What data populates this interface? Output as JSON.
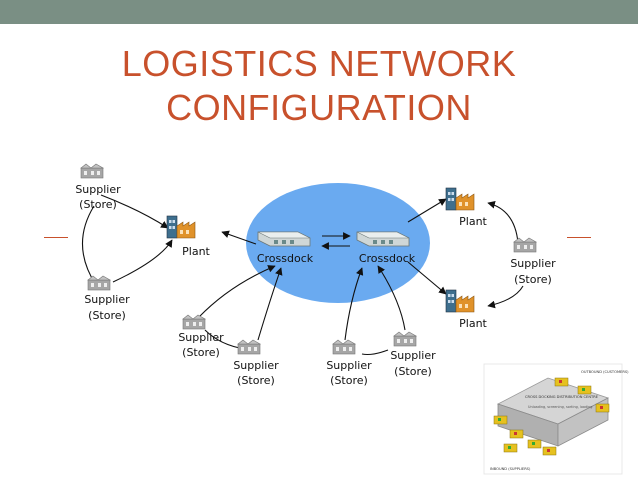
{
  "slide": {
    "title_line1": "LOGISTICS NETWORK",
    "title_line2": "CONFIGURATION"
  },
  "diagram": {
    "plant_label": "Plant",
    "crossdock_label": "Crossdock",
    "supplier_line1": "Supplier",
    "supplier_line2": "(Store)"
  },
  "colors": {
    "topbar": "#7a8f84",
    "title": "#c8512c",
    "crossdock_area": "#6aaaf0",
    "factory_orange": "#e0922a",
    "factory_blue": "#3e6f8e",
    "store_gray": "#a6a6a6"
  },
  "inset": {
    "outbound": "OUTBOUND (CUSTOMERS)",
    "center": "CROSS DOCKING DISTRIBUTION CENTRE",
    "ops": "Unloading, screening, sorting, loading",
    "inbound": "INBOUND (SUPPLIERS)"
  }
}
